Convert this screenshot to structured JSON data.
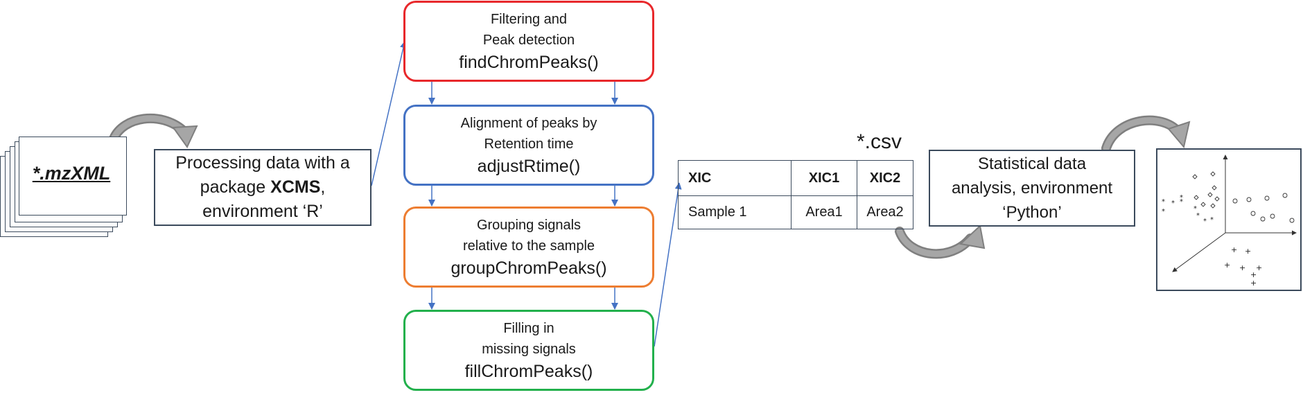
{
  "input": {
    "file_label": "*.mzXML"
  },
  "processing": {
    "line1": "Processing data with a",
    "line2_prefix": "package ",
    "line2_bold": "XCMS",
    "line2_suffix": ",",
    "line3": "environment ‘R’"
  },
  "steps": [
    {
      "line1": "Filtering and",
      "line2": "Peak detection",
      "function": "findChromPeaks()",
      "color": "#e8282b"
    },
    {
      "line1": "Alignment of peaks by",
      "line2": "Retention time",
      "function": "adjustRtime()",
      "color": "#4472c4"
    },
    {
      "line1": "Grouping signals",
      "line2": "relative to the sample",
      "function": "groupChromPeaks()",
      "color": "#ed7d31"
    },
    {
      "line1": "Filling in",
      "line2": "missing signals",
      "function": "fillChromPeaks()",
      "color": "#22b04c"
    }
  ],
  "output": {
    "file_label": "*.csv",
    "table": {
      "headers": [
        "XIC",
        "XIC1",
        "XIC2"
      ],
      "rows": [
        [
          "Sample 1",
          "Area1",
          "Area2"
        ]
      ]
    }
  },
  "analysis": {
    "line1": "Statistical data",
    "line2": "analysis, environment",
    "line3": "‘Python’"
  },
  "colors": {
    "border": "#3b4a5c",
    "arrow_blue": "#4472c4",
    "curved_arrow": "#8c8c8c"
  }
}
